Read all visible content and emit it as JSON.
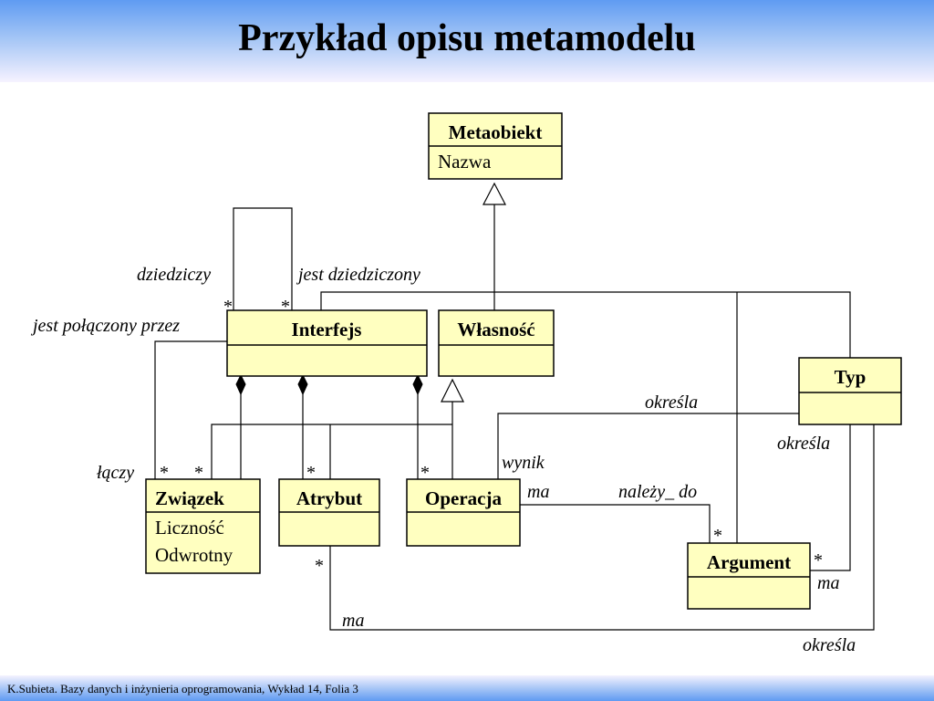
{
  "slide": {
    "title": "Przykład opisu metamodelu",
    "footer": "K.Subieta. Bazy danych i inżynieria oprogramowania, Wykład 14, Folia 3"
  },
  "colors": {
    "class_fill": "#ffffc0",
    "header_top": "#5f9bf2",
    "footer_bottom": "#5f9af2"
  },
  "classes": {
    "metaobiekt": {
      "name": "Metaobiekt",
      "attrs": [
        "Nazwa"
      ]
    },
    "interfejs": {
      "name": "Interfejs",
      "attrs": []
    },
    "wlasnosc": {
      "name": "Własność",
      "attrs": []
    },
    "typ": {
      "name": "Typ",
      "attrs": []
    },
    "zwiazek": {
      "name": "Związek",
      "attrs": [
        "Liczność",
        "Odwrotny"
      ]
    },
    "atrybut": {
      "name": "Atrybut",
      "attrs": []
    },
    "operacja": {
      "name": "Operacja",
      "attrs": []
    },
    "argument": {
      "name": "Argument",
      "attrs": []
    }
  },
  "roles": {
    "dziedziczy": "dziedziczy",
    "jest_dziedziczony": "jest dziedziczony",
    "jest_polaczony_przez": "jest połączony przez",
    "laczy": "łączy",
    "okresla_typ": "określa",
    "okresla_right": "określa",
    "okresla_bottom": "określa",
    "wynik": "wynik",
    "ma_operacja": "ma",
    "nalezy_do": "należy_ do",
    "ma_argument": "ma",
    "ma_atrybut": "ma"
  },
  "multiplicity": {
    "star": "*"
  }
}
